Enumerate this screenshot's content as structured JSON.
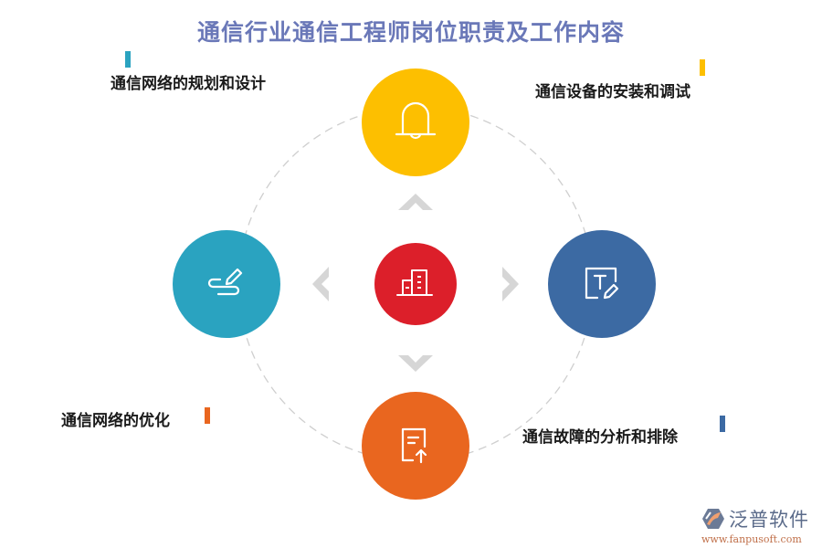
{
  "title": "通信行业通信工程师岗位职责及工作内容",
  "colors": {
    "title": "#6a78b8",
    "top_node": "#fdbf00",
    "left_node": "#2aa3c0",
    "right_node": "#3c6aa3",
    "bottom_node": "#e9661f",
    "center_node": "#dc1f2a",
    "arrows": "#d6d6d6",
    "ring": "#cfcfcf"
  },
  "center": {
    "icon": "building-icon"
  },
  "nodes": [
    {
      "position": "top",
      "icon": "bell-icon",
      "label": "通信设备的安装和调试",
      "color": "#fdbf00"
    },
    {
      "position": "left",
      "icon": "pen-signature-icon",
      "label": "通信网络的规划和设计",
      "color": "#2aa3c0"
    },
    {
      "position": "right",
      "icon": "text-edit-icon",
      "label": "通信故障的分析和排除",
      "color": "#3c6aa3"
    },
    {
      "position": "bottom",
      "icon": "document-upload-icon",
      "label": "通信网络的优化",
      "color": "#e9661f"
    }
  ],
  "arrows": [
    "chevron-up-icon",
    "chevron-left-icon",
    "chevron-right-icon",
    "chevron-down-icon"
  ],
  "logo": {
    "name": "泛普软件",
    "url": "www.fanpusoft.com"
  }
}
